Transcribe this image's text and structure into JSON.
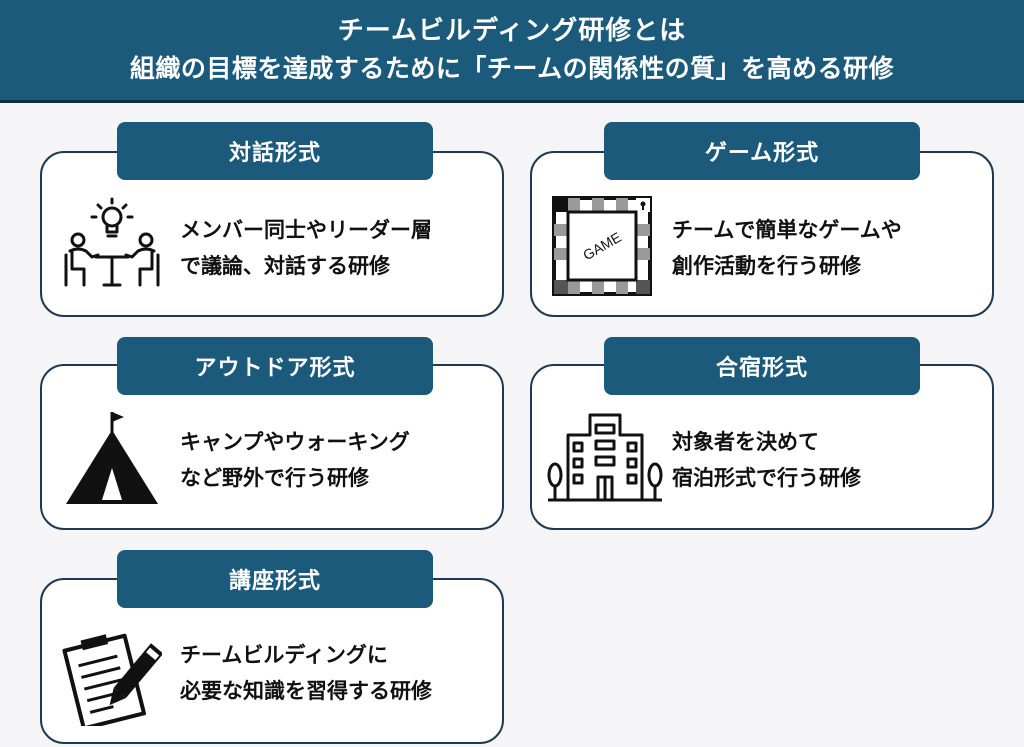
{
  "header": {
    "title": "チームビルディング研修とは",
    "subtitle": "組織の目標を達成するために「チームの関係性の質」を高める研修"
  },
  "cards": [
    {
      "label": "対話形式",
      "line1": "メンバー同士やリーダー層",
      "line2": "で議論、対話する研修",
      "icon": "meeting-icon"
    },
    {
      "label": "ゲーム形式",
      "line1": "チームで簡単なゲームや",
      "line2": "創作活動を行う研修",
      "icon": "board-game-icon",
      "icon_text": "GAME"
    },
    {
      "label": "アウトドア形式",
      "line1": "キャンプやウォーキング",
      "line2": "など野外で行う研修",
      "icon": "tent-icon"
    },
    {
      "label": "合宿形式",
      "line1": "対象者を決めて",
      "line2": "宿泊形式で行う研修",
      "icon": "building-icon"
    },
    {
      "label": "講座形式",
      "line1": "チームビルディングに",
      "line2": "必要な知識を習得する研修",
      "icon": "clipboard-pen-icon"
    }
  ],
  "colors": {
    "header_bg": "#1c5a7c",
    "label_bg": "#1c5a7c",
    "card_border": "#1e3a52",
    "page_bg": "#f5f5f7"
  }
}
